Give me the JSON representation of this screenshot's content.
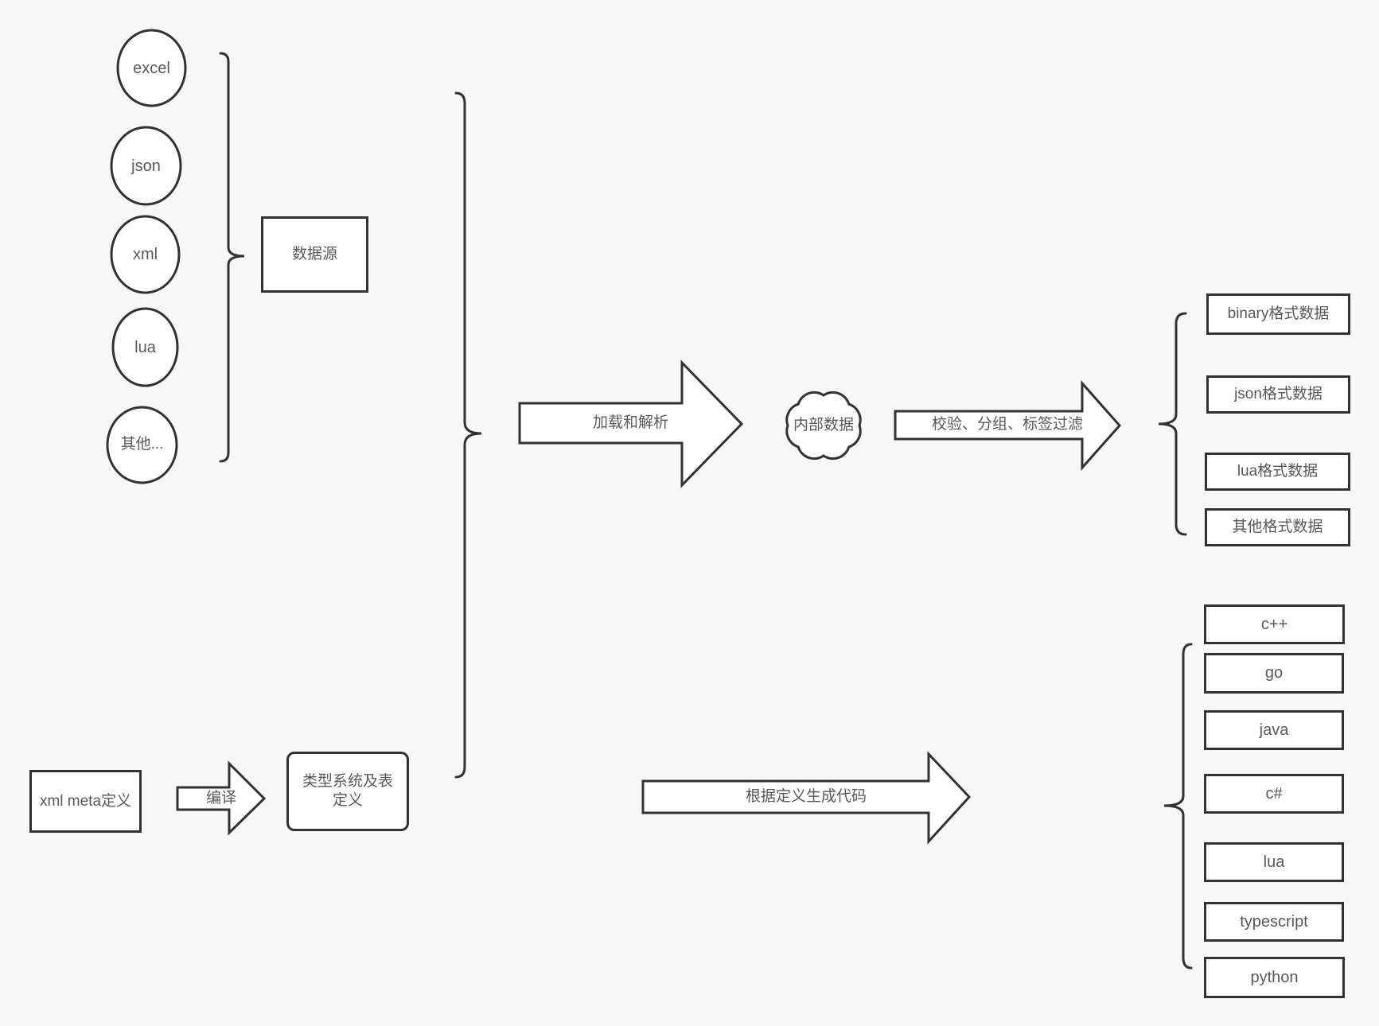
{
  "diagram": {
    "colors": {
      "background": "#f7f7f7",
      "stroke": "#323232",
      "text": "#595959",
      "shape_fill": "#ffffff"
    },
    "sources": {
      "items": [
        "excel",
        "json",
        "xml",
        "lua",
        "其他..."
      ],
      "group_label": "数据源"
    },
    "flow": {
      "load_arrow_label": "加载和解析",
      "internal_data_label": "内部数据",
      "filter_arrow_label": "校验、分组、标签过滤",
      "generate_arrow_label": "根据定义生成代码"
    },
    "meta": {
      "input_label": "xml meta定义",
      "compile_arrow_label": "编译",
      "type_system_label": "类型系统及表定义"
    },
    "outputs": {
      "formats": [
        "binary格式数据",
        "json格式数据",
        "lua格式数据",
        "其他格式数据"
      ],
      "languages": [
        "c++",
        "go",
        "java",
        "c#",
        "lua",
        "typescript",
        "python"
      ]
    }
  }
}
